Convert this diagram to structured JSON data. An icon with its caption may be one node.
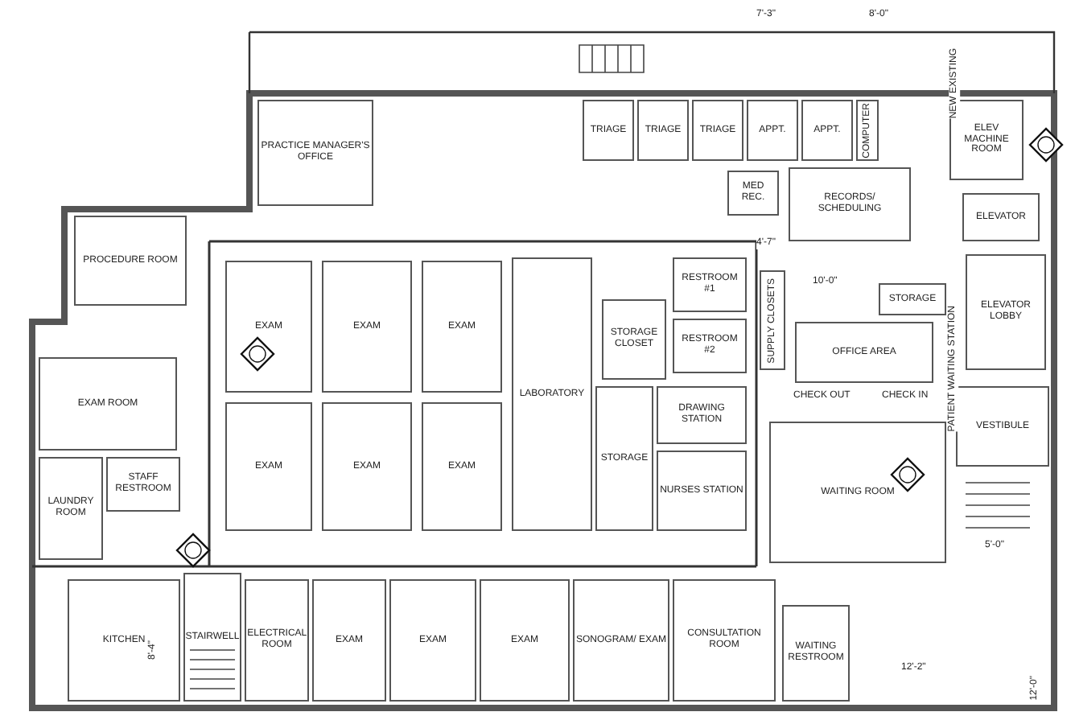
{
  "diagram": {
    "nodes": [
      {
        "text": [
          "PRACTICE MANAGER'S OFFICE"
        ]
      },
      {
        "text": [
          "TRIAGE"
        ]
      },
      {
        "text": [
          "TRIAGE"
        ]
      },
      {
        "text": [
          "TRIAGE"
        ]
      },
      {
        "text": [
          "APPT."
        ]
      },
      {
        "text": [
          "APPT."
        ]
      },
      {
        "text": [
          "COMPUTER"
        ]
      },
      {
        "text": [
          "MED REC."
        ]
      },
      {
        "text": [
          "RECORDS/ SCHEDULING"
        ]
      },
      {
        "text": [
          "ELEV MACHINE ROOM"
        ]
      },
      {
        "text": [
          "ELEVATOR"
        ]
      },
      {
        "text": [
          "ELEVATOR LOBBY"
        ]
      },
      {
        "text": [
          "PROCEDURE ROOM"
        ]
      },
      {
        "text": [
          "EXAM"
        ]
      },
      {
        "text": [
          "EXAM"
        ]
      },
      {
        "text": [
          "EXAM"
        ]
      },
      {
        "text": [
          "EXAM ROOM"
        ]
      },
      {
        "text": [
          "LAUNDRY ROOM"
        ]
      },
      {
        "text": [
          "STAFF RESTROOM"
        ]
      },
      {
        "text": [
          "EXAM"
        ]
      },
      {
        "text": [
          "EXAM"
        ]
      },
      {
        "text": [
          "EXAM"
        ]
      },
      {
        "text": [
          "LABORATORY"
        ]
      },
      {
        "text": [
          "STORAGE CLOSET"
        ]
      },
      {
        "text": [
          "RESTROOM #1"
        ]
      },
      {
        "text": [
          "RESTROOM #2"
        ]
      },
      {
        "text": [
          "DRAWING STATION"
        ]
      },
      {
        "text": [
          "STORAGE"
        ]
      },
      {
        "text": [
          "NURSES STATION"
        ]
      },
      {
        "text": [
          "SUPPLY CLOSETS"
        ]
      },
      {
        "text": [
          "STORAGE"
        ]
      },
      {
        "text": [
          "OFFICE AREA"
        ]
      },
      {
        "text": [
          "VESTIBULE"
        ]
      },
      {
        "text": [
          "WAITING ROOM"
        ]
      },
      {
        "text": [
          "KITCHEN"
        ]
      },
      {
        "text": [
          "STAIRWELL"
        ]
      },
      {
        "text": [
          "ELECTRICAL ROOM"
        ]
      },
      {
        "text": [
          "EXAM"
        ]
      },
      {
        "text": [
          "EXAM"
        ]
      },
      {
        "text": [
          "EXAM"
        ]
      },
      {
        "text": [
          "SONOGRAM/ EXAM"
        ]
      },
      {
        "text": [
          "CONSULTATION ROOM"
        ]
      },
      {
        "text": [
          "WAITING RESTROOM"
        ]
      }
    ],
    "labels": [
      "CHECK OUT",
      "CHECK IN",
      "PATIENT WAITING STATION",
      "NEW EXISTING",
      "7'-3\"",
      "8'-0\"",
      "12'-2\"",
      "12'-0\"",
      "5'-0\"",
      "10'-0\"",
      "4'-7\"",
      "8'-4\""
    ]
  }
}
